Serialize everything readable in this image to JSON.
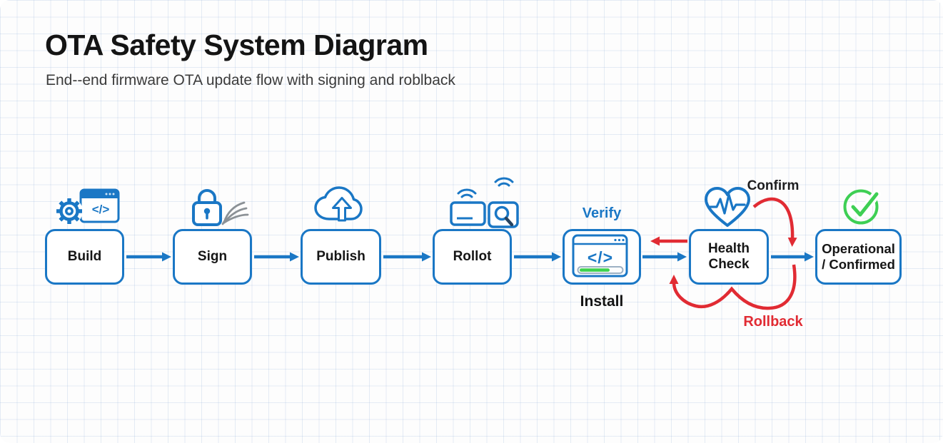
{
  "page": {
    "title": "OTA Safety System Diagram",
    "subtitle": "End--end firmware OTA update flow with signing and roblback"
  },
  "colors": {
    "accent_blue": "#1a77c5",
    "arrow_red": "#e12b33",
    "check_green": "#3ecf54",
    "progress_green": "#3ed24e",
    "swoosh_gray": "#8b9196"
  },
  "flow": {
    "nodes": [
      {
        "id": "build",
        "label": "Build",
        "icon": "gear-code-window-icon"
      },
      {
        "id": "sign",
        "label": "Sign",
        "icon": "lock-signature-icon"
      },
      {
        "id": "publish",
        "label": "Publish",
        "icon": "cloud-upload-icon"
      },
      {
        "id": "rollout",
        "label": "Rollot",
        "icon": "devices-wifi-search-icon"
      },
      {
        "id": "install",
        "label": "Install",
        "top_label": "Verify",
        "icon": "code-window-progress-icon"
      },
      {
        "id": "health",
        "label": "Health Check",
        "icon": "heart-pulse-icon"
      },
      {
        "id": "operational",
        "label": "Operational / Confirmed",
        "icon": "check-circle-icon"
      }
    ],
    "edge_labels": {
      "confirm": "Confirm",
      "rollback": "Rollback"
    },
    "glyphs": {
      "code": "</>"
    }
  }
}
